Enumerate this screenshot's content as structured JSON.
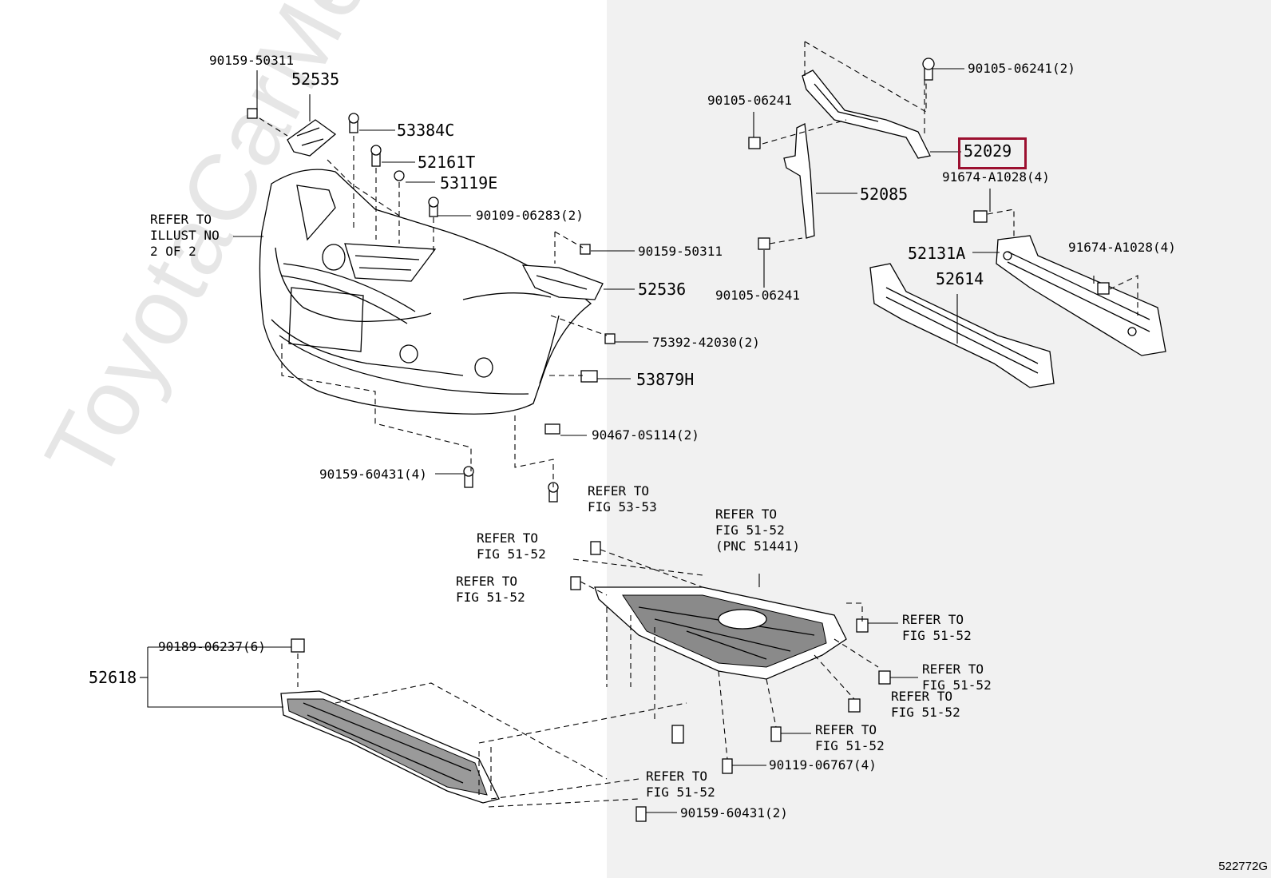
{
  "watermark": "ToyotaCarMe.ru",
  "figure_number": "522772G",
  "highlight_color": "#9c1030",
  "labels": {
    "l90159_50311_a": "90159-50311",
    "l52535": "52535",
    "l53384c": "53384C",
    "l52161t": "52161T",
    "l53119e": "53119E",
    "l90109_06283": "90109-06283(2)",
    "l90159_50311_b": "90159-50311",
    "l52536": "52536",
    "l75392": "75392-42030(2)",
    "l53879h": "53879H",
    "l90467": "90467-0S114(2)",
    "l90159_60431_4": "90159-60431(4)",
    "refer_illust": "REFER TO\nILLUST NO\n2 OF 2",
    "refer_53_53": "REFER TO\nFIG 53-53",
    "refer_51441": "REFER TO\nFIG 51-52\n(PNC 51441)",
    "refer_a": "REFER TO\nFIG 51-52",
    "refer_b": "REFER TO\nFIG 51-52",
    "refer_c": "REFER TO\nFIG 51-52",
    "refer_d": "REFER TO\nFIG 51-52",
    "refer_e": "REFER TO\nFIG 51-52",
    "refer_f": "REFER TO\nFIG 51-52",
    "refer_g": "REFER TO\nFIG 51-52",
    "l90189": "90189-06237(6)",
    "l52618": "52618",
    "l90119": "90119-06767(4)",
    "l90159_60431_2": "90159-60431(2)",
    "l90105_06241_2": "90105-06241(2)",
    "l90105_06241_a": "90105-06241",
    "l52029": "52029",
    "l91674_a": "91674-A1028(4)",
    "l52085": "52085",
    "l52131a": "52131A",
    "l91674_b": "91674-A1028(4)",
    "l52614": "52614",
    "l90105_06241_b": "90105-06241"
  }
}
